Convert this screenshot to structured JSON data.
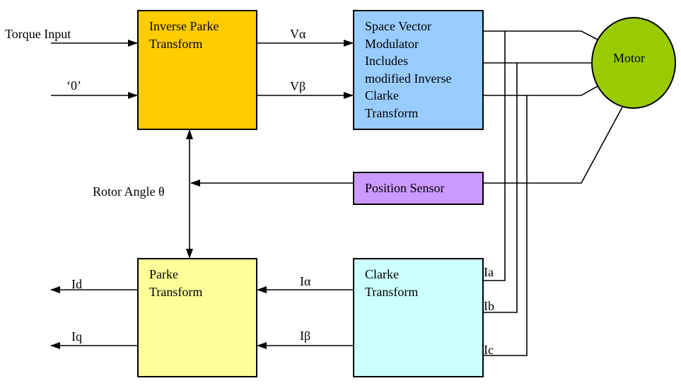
{
  "blocks": {
    "inverse_parke": {
      "label": "Inverse Parke\nTransform",
      "color": "#FFCC00"
    },
    "svm": {
      "label": "Space Vector\nModulator\nIncludes\nmodified Inverse\nClarke\nTransform",
      "color": "#99CCFF"
    },
    "position_sensor": {
      "label": "Position Sensor",
      "color": "#CC99FF"
    },
    "parke": {
      "label": "Parke\nTransform",
      "color": "#FFFF99"
    },
    "clarke": {
      "label": "Clarke\nTransform",
      "color": "#CCFFFF"
    },
    "motor": {
      "label": "Motor",
      "color": "#99CC00"
    }
  },
  "signals": {
    "torque_input": "Torque Input",
    "zero_input": "‘0’",
    "v_alpha": "Vα",
    "v_beta": "Vβ",
    "rotor_angle": "Rotor Angle θ",
    "i_alpha": "Iα",
    "i_beta": "Iβ",
    "i_d": "Id",
    "i_q": "Iq",
    "i_a": "Ia",
    "i_b": "Ib",
    "i_c": "Ic"
  }
}
